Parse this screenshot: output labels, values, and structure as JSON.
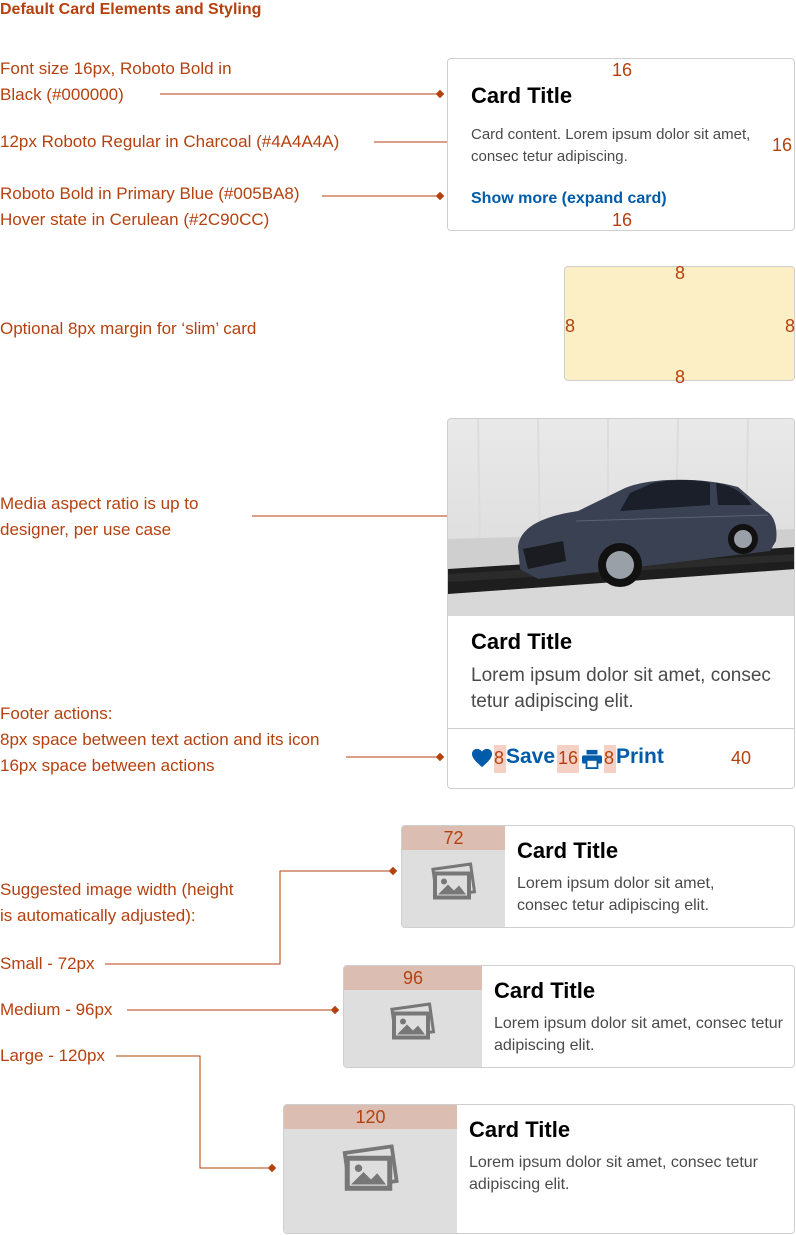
{
  "heading": "Default Card Elements and Styling",
  "annotations": {
    "font_title_line1": "Font size 16px, Roboto Bold in",
    "font_title_line2": "Black (#000000)",
    "font_content": "12px Roboto Regular in Charcoal (#4A4A4A)",
    "link_style_line1": "Roboto Bold in Primary Blue (#005BA8)",
    "link_style_line2": "Hover state in Cerulean (#2C90CC)",
    "slim_margin": "Optional 8px margin for ‘slim’ card",
    "media_line1": "Media aspect ratio is up to",
    "media_line2": "designer, per use case",
    "footer_line1": "Footer actions:",
    "footer_line2": "8px space between text action and its icon",
    "footer_line3": "16px space between actions",
    "image_width_line1": "Suggested image width (height",
    "image_width_line2": "is automatically adjusted):",
    "small": "Small - 72px",
    "medium": "Medium - 96px",
    "large": "Large - 120px"
  },
  "card1": {
    "title": "Card Title",
    "content": "Card content. Lorem ipsum dolor sit amet, consec tetur adipiscing.",
    "link": "Show more (expand card)",
    "pad_top": "16",
    "pad_right": "16",
    "pad_bottom": "16"
  },
  "slim": {
    "top": "8",
    "left": "8",
    "right": "8",
    "bottom": "8"
  },
  "media_card": {
    "title": "Card Title",
    "content": "Lorem ipsum dolor sit amet, consec tetur adipiscing elit.",
    "save": "Save",
    "print": "Print",
    "gap_icon_save": "8",
    "gap_actions": "16",
    "gap_icon_print": "8",
    "footer_height": "40"
  },
  "thumb_cards": [
    {
      "width_label": "72",
      "title": "Card Title",
      "content": "Lorem ipsum dolor sit amet, consec tetur adipiscing elit."
    },
    {
      "width_label": "96",
      "title": "Card Title",
      "content": "Lorem ipsum dolor sit amet, consec tetur adipiscing elit."
    },
    {
      "width_label": "120",
      "title": "Card Title",
      "content": "Lorem ipsum dolor sit amet, consec tetur adipiscing elit."
    }
  ],
  "colors": {
    "annotation": "#b5410f",
    "primary_blue": "#005ba8",
    "charcoal": "#4a4a4a",
    "slim_fill": "#fdefc5",
    "spacer_fill": "#f4d1c4"
  },
  "icons": [
    "heart-icon",
    "printer-icon",
    "image-placeholder-icon",
    "car-photo"
  ]
}
